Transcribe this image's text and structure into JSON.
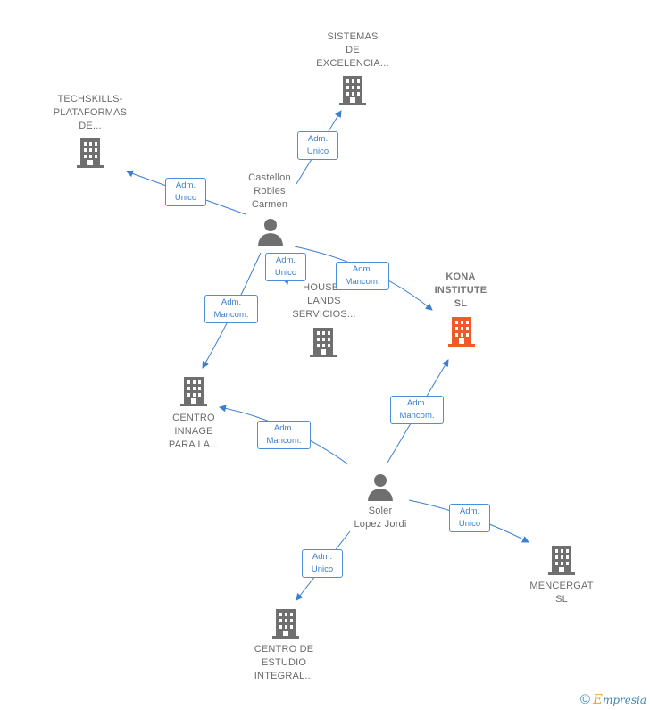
{
  "nodes": {
    "sistemas": {
      "l1": "SISTEMAS",
      "l2": "DE",
      "l3": "EXCELENCIA..."
    },
    "techskills": {
      "l1": "TECHSKILLS-",
      "l2": "PLATAFORMAS",
      "l3": "DE..."
    },
    "castellon": {
      "l1": "Castellon",
      "l2": "Robles",
      "l3": "Carmen"
    },
    "kona": {
      "l1": "KONA",
      "l2": "INSTITUTE",
      "l3": "SL"
    },
    "houses": {
      "l1": "HOUSES",
      "l2": "LANDS",
      "l3": "SERVICIOS..."
    },
    "centro_innage": {
      "l1": "CENTRO",
      "l2": "INNAGE",
      "l3": "PARA LA..."
    },
    "soler": {
      "l1": "Soler",
      "l2": "Lopez Jordi"
    },
    "mencergat": {
      "l1": "MENCERGAT",
      "l2": "SL"
    },
    "centro_estudio": {
      "l1": "CENTRO DE",
      "l2": "ESTUDIO",
      "l3": "INTEGRAL..."
    }
  },
  "edges": {
    "e1": {
      "l1": "Adm.",
      "l2": "Unico"
    },
    "e2": {
      "l1": "Adm.",
      "l2": "Unico"
    },
    "e3": {
      "l1": "Adm.",
      "l2": "Unico"
    },
    "e4": {
      "l1": "Adm.",
      "l2": "Mancom."
    },
    "e5": {
      "l1": "Adm.",
      "l2": "Mancom."
    },
    "e6": {
      "l1": "Adm.",
      "l2": "Mancom."
    },
    "e7": {
      "l1": "Adm.",
      "l2": "Mancom."
    },
    "e8": {
      "l1": "Adm.",
      "l2": "Unico"
    },
    "e9": {
      "l1": "Adm.",
      "l2": "Unico"
    }
  },
  "colors": {
    "edge": "#3a7fd0",
    "building": "#6f6f6f",
    "highlight": "#f05a28",
    "person": "#6f6f6f"
  },
  "footer": {
    "copyright_symbol": "©",
    "brand_e": "E",
    "brand_rest": "mpresia"
  }
}
